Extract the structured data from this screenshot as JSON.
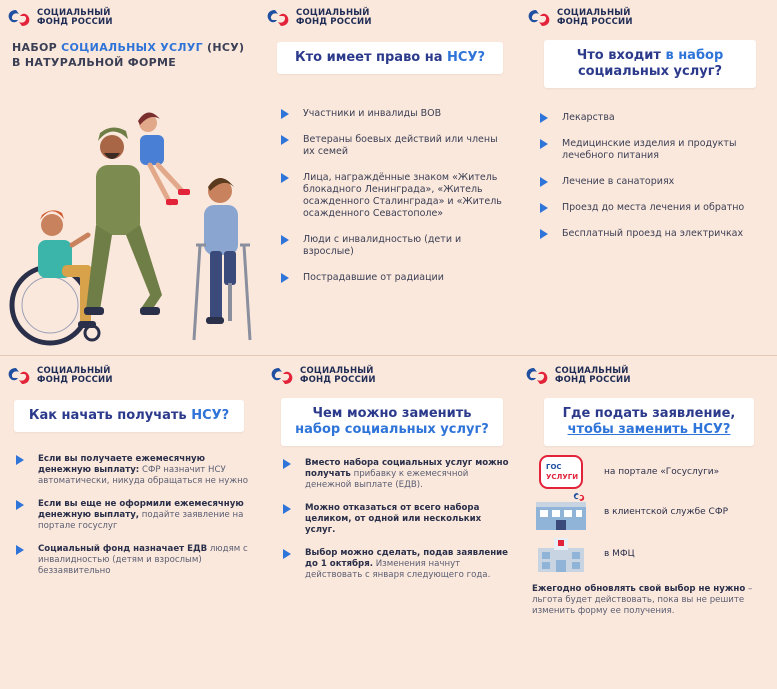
{
  "logo_text_line1": "СОЦИАЛЬНЫЙ",
  "logo_text_line2": "ФОНД РОССИИ",
  "colors": {
    "accent": "#2f74d8",
    "brand_red": "#e2233a",
    "brand_blue": "#1f4fa0",
    "heading": "#2c3a8c",
    "background": "#fbe8dc"
  },
  "panel1": {
    "title_a": "НАБОР ",
    "title_hl": "СОЦИАЛЬНЫХ УСЛУГ",
    "title_b": " (НСУ)",
    "title_line2": "В НАТУРАЛЬНОЙ ФОРМЕ"
  },
  "panel2": {
    "header_a": "Кто имеет право на ",
    "header_hl": "НСУ?",
    "items": [
      "Участники и инвалиды ВОВ",
      "Ветераны боевых действий или члены их семей",
      "Лица, награждённые знаком «Житель блокадного Ленинграда», «Житель осажденного Сталинграда» и «Житель осажденного Севастополе»",
      "Люди с инвалидностью (дети и взрослые)",
      "Пострадавшие от радиации"
    ]
  },
  "panel3": {
    "header_a": "Что входит ",
    "header_hl": "в набор",
    "header_line2": "социальных услуг?",
    "items": [
      "Лекарства",
      "Медицинские изделия и продукты лечебного питания",
      "Лечение в санаториях",
      "Проезд до места лечения и обратно",
      "Бесплатный проезд на электричках"
    ]
  },
  "panel4": {
    "header_a": "Как начать получать ",
    "header_hl": "НСУ?",
    "items": [
      {
        "bold": "Если вы получаете ежемесячную денежную выплату:",
        "text": " СФР назначит НСУ автоматически, никуда обращаться не нужно"
      },
      {
        "bold": "Если вы еще не оформили ежемесячную денежную выплату,",
        "text": " подайте заявление на портале госуслуг"
      },
      {
        "bold": "Социальный фонд назначает ЕДВ",
        "text": " людям с инвалидностью (детям и взрослым) беззаявительно"
      }
    ]
  },
  "panel5": {
    "header_a": "Чем можно заменить",
    "header_hl": "набор социальных услуг?",
    "items": [
      {
        "bold": "Вместо набора социальных услуг можно получать",
        "text": " прибавку к ежемесячной денежной выплате (ЕДВ)."
      },
      {
        "bold": "Можно отказаться от всего набора целиком, от одной или нескольких услуг.",
        "text": ""
      },
      {
        "bold": "Выбор можно сделать, подав заявление до 1 октября.",
        "text": " Изменения начнут действовать с января следующего года."
      }
    ]
  },
  "panel6": {
    "header_line1": "Где подать заявление,",
    "header_hl": "чтобы заменить НСУ?",
    "gos_badge_line1": "ГОС",
    "gos_badge_line2": "УСЛУГИ",
    "places": [
      "на портале «Госуслуги»",
      "в клиентской службе СФР",
      "в МФЦ"
    ],
    "note_bold": "Ежегодно обновлять свой выбор не нужно",
    "note_text": " – льгота будет действовать, пока вы не решите изменить форму ее получения."
  }
}
